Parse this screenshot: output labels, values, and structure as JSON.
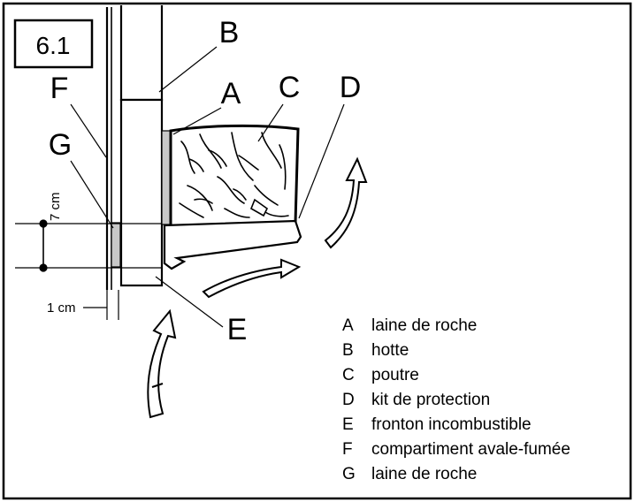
{
  "figure_number": "6.1",
  "callouts": {
    "a": "A",
    "b": "B",
    "c": "C",
    "d": "D",
    "e": "E",
    "f": "F",
    "g": "G"
  },
  "dimensions": {
    "vertical": "7 cm",
    "horizontal": "1 cm"
  },
  "legend": [
    {
      "key": "A",
      "text": "laine de roche"
    },
    {
      "key": "B",
      "text": "hotte"
    },
    {
      "key": "C",
      "text": "poutre"
    },
    {
      "key": "D",
      "text": "kit de protection"
    },
    {
      "key": "E",
      "text": "fronton incombustible"
    },
    {
      "key": "F",
      "text": "compartiment avale-fumée"
    },
    {
      "key": "G",
      "text": "laine de roche"
    }
  ],
  "colors": {
    "line": "#000000",
    "insulation_fill": "#c8c8c8",
    "background": "#ffffff"
  }
}
